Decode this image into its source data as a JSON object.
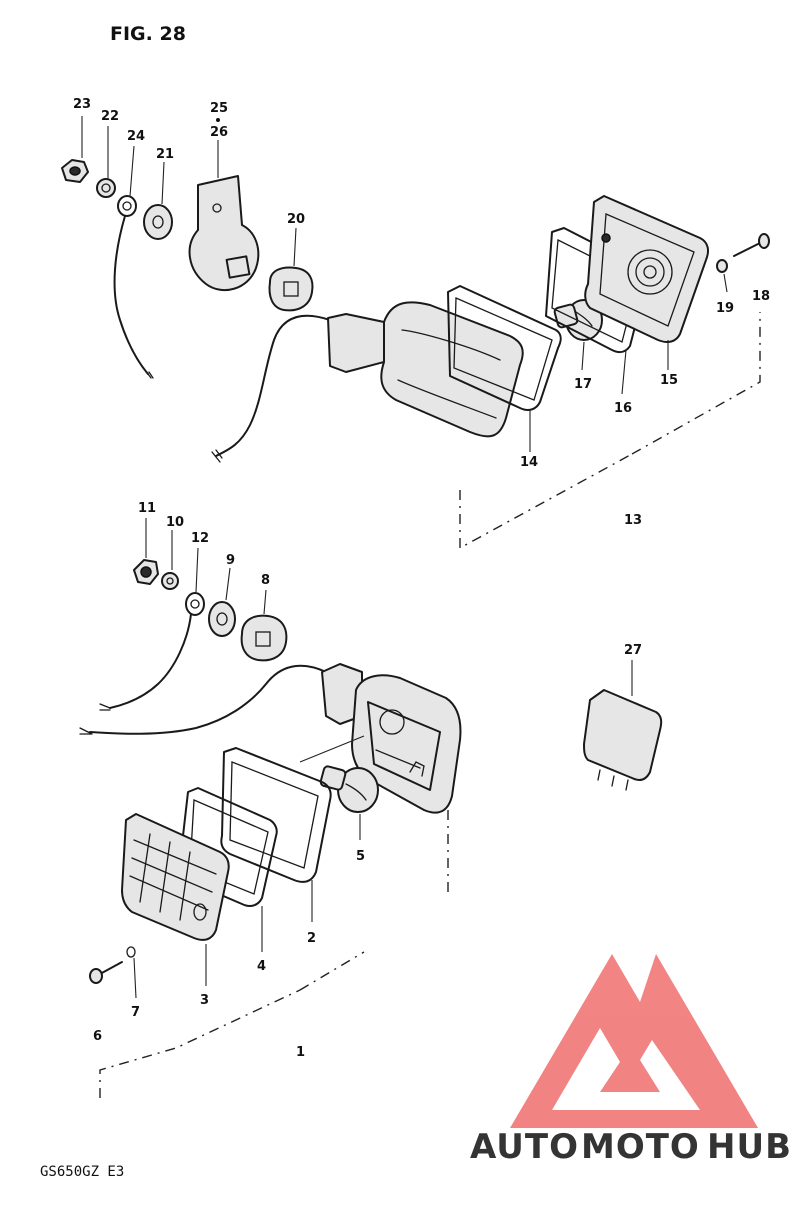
{
  "header": {
    "figure_title": "FIG. 28"
  },
  "footer": {
    "model_code": "GS650GZ E3"
  },
  "parts": {
    "p1": "1",
    "p2": "2",
    "p3": "3",
    "p4": "4",
    "p5": "5",
    "p6": "6",
    "p7": "7",
    "p8": "8",
    "p9": "9",
    "p10": "10",
    "p11": "11",
    "p12": "12",
    "p13": "13",
    "p14": "14",
    "p15": "15",
    "p16": "16",
    "p17": "17",
    "p18": "18",
    "p19": "19",
    "p20": "20",
    "p21": "21",
    "p22": "22",
    "p23": "23",
    "p24": "24",
    "p25": "25",
    "p26": "26",
    "p27": "27"
  },
  "watermark": {
    "part1": "AUTO",
    "part2": "MOTO",
    "part3": "HUB"
  },
  "colors": {
    "logo_orange": "#f6a34a",
    "logo_red": "#f06e6e",
    "logo_grey": "#9a9a9a",
    "ink": "#1a1a1a"
  }
}
